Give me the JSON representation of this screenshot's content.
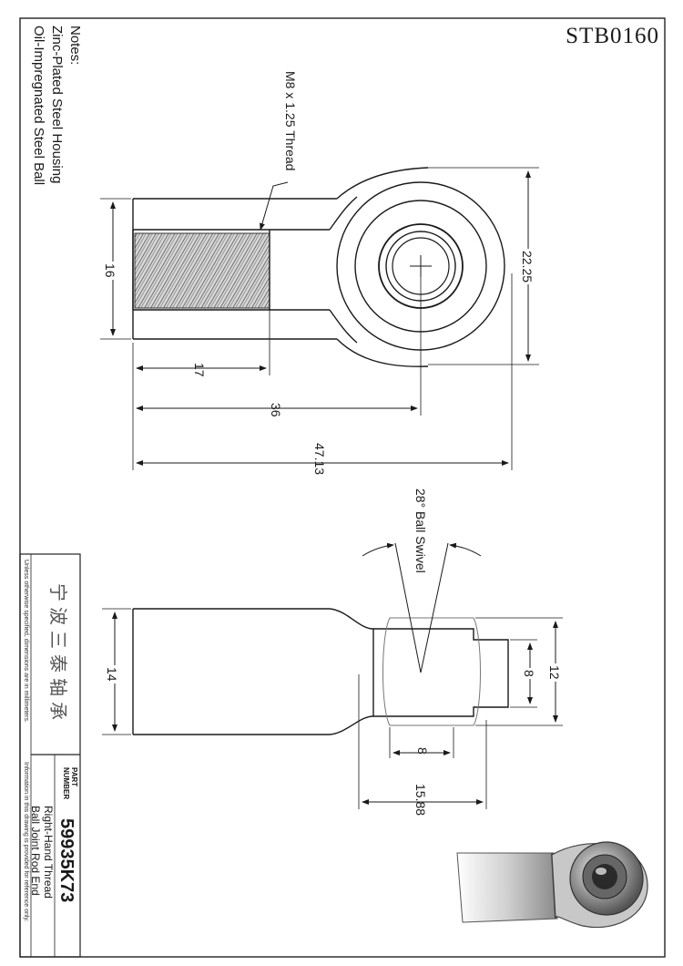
{
  "sheet_id": "STB0160",
  "notes": {
    "heading": "Notes:",
    "lines": [
      "Zinc-Plated Steel Housing",
      "Oil-Impregnated Steel Ball"
    ]
  },
  "top_view": {
    "thread_callout": "M8 x 1.25 Thread",
    "dims": {
      "shank_dia": "16",
      "thread_len": "17",
      "center_len": "36",
      "overall_len": "47.13",
      "head_dia": "22.25"
    }
  },
  "side_view": {
    "swivel_callout": "28° Ball Swivel",
    "dims": {
      "shank_width": "14",
      "ball_width": "8",
      "head_width": "12",
      "bore": "8",
      "ball_dia": "15.88"
    }
  },
  "title_block": {
    "disclaimer": "Unless otherwise specified, dimensions are in millimeters.",
    "company": "宁波三泰轴承",
    "part_label": "PART NUMBER",
    "part_number": "59935K73",
    "description": [
      "Right-Hand Thread",
      "Ball Joint Rod End"
    ],
    "footnote": "Information in this drawing is provided for reference only."
  }
}
